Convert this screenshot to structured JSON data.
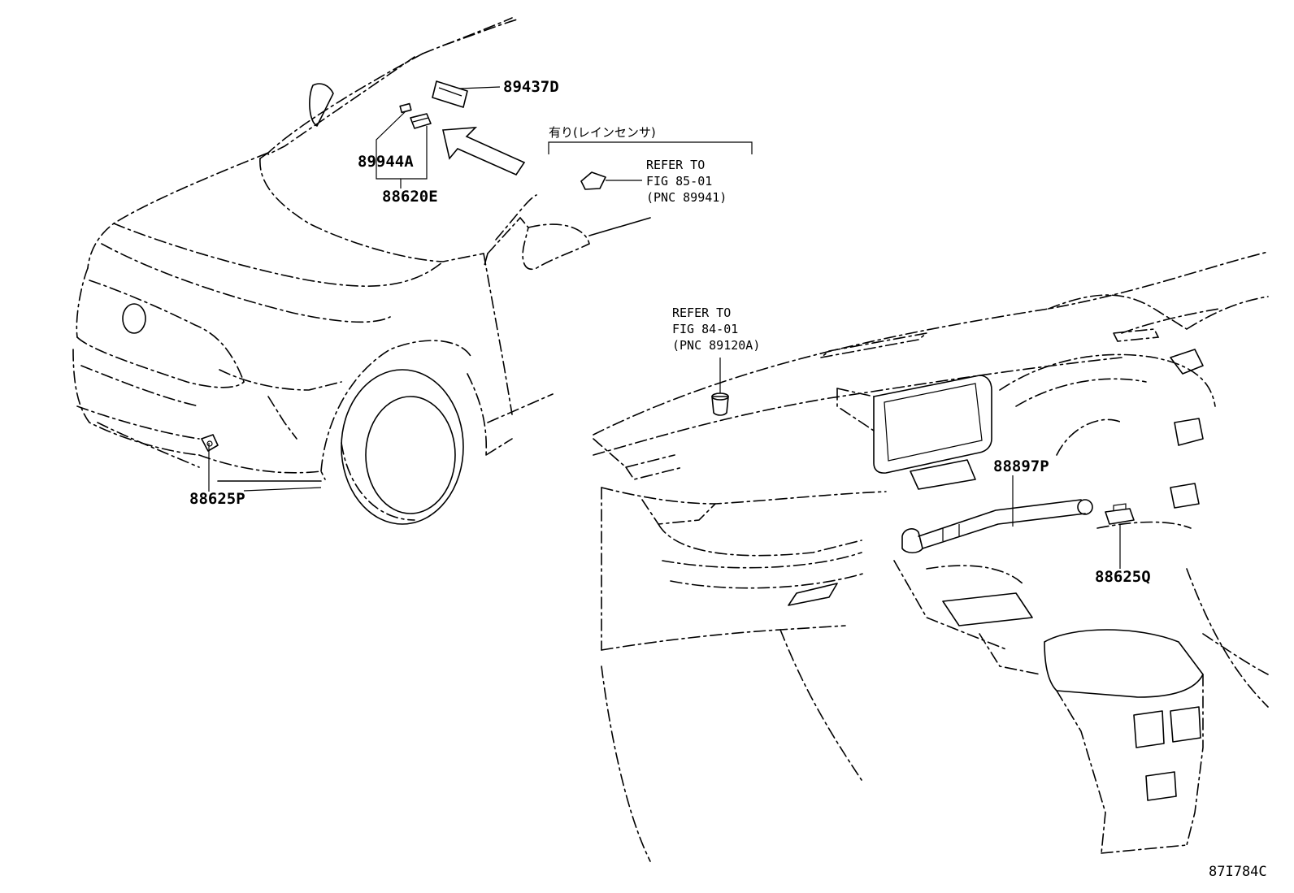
{
  "parts": {
    "p89437D": "89437D",
    "p89944A": "89944A",
    "p88620E": "88620E",
    "p88625P": "88625P",
    "p88897P": "88897P",
    "p88625Q": "88625Q"
  },
  "rain_sensor": {
    "title": "有り(レインセンサ)",
    "ref_line1": "REFER TO",
    "ref_line2": "FIG 85-01",
    "ref_line3": "(PNC 89941)"
  },
  "dash_ref": {
    "line1": "REFER TO",
    "line2": "FIG 84-01",
    "line3": "(PNC 89120A)"
  },
  "figure_code": "87I784C"
}
